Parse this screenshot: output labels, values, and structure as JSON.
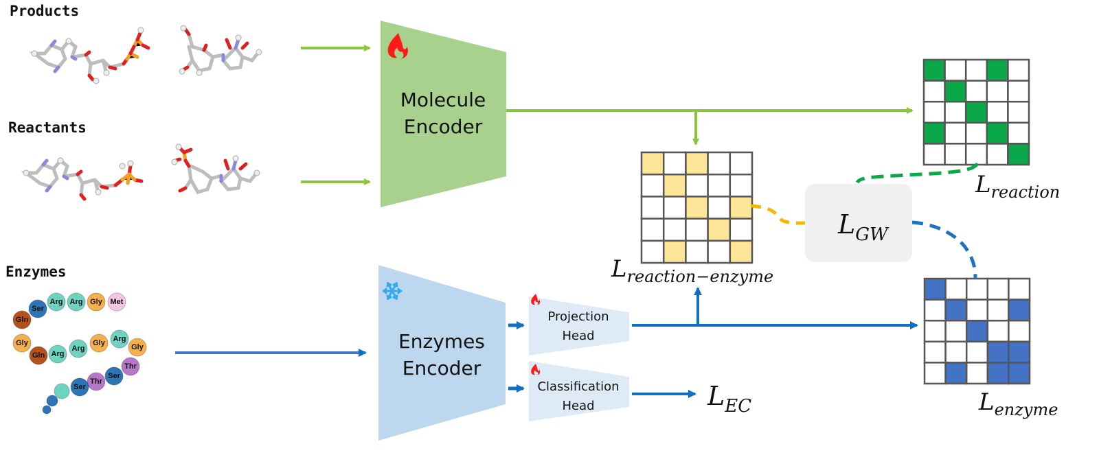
{
  "labels": {
    "products": "Products",
    "reactants": "Reactants",
    "enzymes": "Enzymes"
  },
  "blocks": {
    "molecule_encoder": {
      "line1": "Molecule",
      "line2": "Encoder",
      "state_icon": "flame-icon",
      "trainable": true
    },
    "enzymes_encoder": {
      "line1": "Enzymes",
      "line2": "Encoder",
      "state_icon": "snowflake-icon",
      "trainable": false
    },
    "projection_head": {
      "line1": "Projection",
      "line2": "Head",
      "state_icon": "flame-icon",
      "trainable": true
    },
    "classification_head": {
      "line1": "Classification",
      "line2": "Head",
      "state_icon": "flame-icon",
      "trainable": true
    }
  },
  "losses": {
    "reaction": {
      "base": "L",
      "sub": "reaction"
    },
    "reaction_enzyme": {
      "base": "L",
      "sub": "reaction−enzyme"
    },
    "enzyme": {
      "base": "L",
      "sub": "enzyme"
    },
    "gw": {
      "base": "L",
      "sub": "GW"
    },
    "ec": {
      "base": "L",
      "sub": "EC"
    }
  },
  "matrices": {
    "reaction": {
      "color": "#0ba84a",
      "cells": [
        [
          1,
          0,
          0,
          1,
          0
        ],
        [
          0,
          1,
          0,
          0,
          0
        ],
        [
          0,
          0,
          1,
          0,
          0
        ],
        [
          1,
          0,
          0,
          1,
          0
        ],
        [
          0,
          0,
          0,
          0,
          1
        ]
      ]
    },
    "reaction_enzyme": {
      "color": "#fde59a",
      "cells": [
        [
          1,
          0,
          1,
          0,
          0
        ],
        [
          0,
          1,
          0,
          0,
          0
        ],
        [
          0,
          0,
          1,
          0,
          1
        ],
        [
          0,
          0,
          0,
          1,
          0
        ],
        [
          0,
          1,
          0,
          0,
          1
        ]
      ]
    },
    "enzyme": {
      "color": "#4472c4",
      "cells": [
        [
          1,
          0,
          0,
          0,
          0
        ],
        [
          0,
          1,
          0,
          0,
          1
        ],
        [
          0,
          0,
          1,
          0,
          0
        ],
        [
          0,
          0,
          0,
          1,
          1
        ],
        [
          0,
          1,
          0,
          1,
          1
        ]
      ]
    }
  },
  "enzyme_chain": [
    {
      "name": "Ser",
      "color": "#2e75b6"
    },
    {
      "name": "Arg",
      "color": "#6fd3c2"
    },
    {
      "name": "Arg",
      "color": "#6fd3c2"
    },
    {
      "name": "Gly",
      "color": "#f4b04a"
    },
    {
      "name": "Met",
      "color": "#f3c6e3"
    },
    {
      "name": "Gln",
      "color": "#b5521c"
    },
    {
      "name": "Gly",
      "color": "#f4b04a"
    },
    {
      "name": "Gln",
      "color": "#b5521c"
    },
    {
      "name": "Arg",
      "color": "#6fd3c2"
    },
    {
      "name": "Arg",
      "color": "#6fd3c2"
    },
    {
      "name": "Gly",
      "color": "#f4b04a"
    },
    {
      "name": "Arg",
      "color": "#6fd3c2"
    },
    {
      "name": "Gly",
      "color": "#f4b04a"
    },
    {
      "name": "Thr",
      "color": "#b777c8"
    },
    {
      "name": "Ser",
      "color": "#2e75b6"
    },
    {
      "name": "Thr",
      "color": "#b777c8"
    },
    {
      "name": "Ser",
      "color": "#2e75b6"
    },
    {
      "name": "",
      "color": "#6fd3c2"
    },
    {
      "name": "",
      "color": "#2e75b6"
    },
    {
      "name": "",
      "color": "#2e75b6"
    }
  ],
  "colors": {
    "molecule_green": "#a9d18e",
    "arrow_green": "#8cc63f",
    "enzyme_blue_block": "#bdd7ee",
    "head_block": "#deebf7",
    "arrow_blue": "#0f6fc0",
    "gw_box": "#f0f0f0",
    "dash_green": "#0ba84a",
    "dash_orange": "#f5b800",
    "dash_blue": "#1e72c0",
    "flame": "#ff1a1a",
    "snowflake": "#33aaee"
  }
}
